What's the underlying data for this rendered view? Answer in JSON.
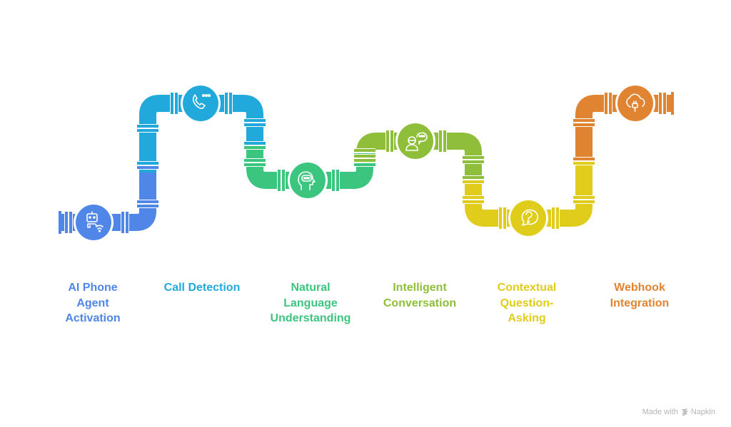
{
  "diagram": {
    "type": "pipeline-process",
    "stages": [
      {
        "id": "ai-phone-agent-activation",
        "label": "AI Phone Agent Activation",
        "lines": [
          "AI Phone",
          "Agent",
          "Activation"
        ],
        "icon": "robot-wifi-icon",
        "color": "#4f86e8"
      },
      {
        "id": "call-detection",
        "label": "Call Detection",
        "lines": [
          "Call Detection"
        ],
        "icon": "phone-call-icon",
        "color": "#22a9dc"
      },
      {
        "id": "natural-language-understanding",
        "label": "Natural Language Understanding",
        "lines": [
          "Natural",
          "Language",
          "Understanding"
        ],
        "icon": "head-speech-icon",
        "color": "#3cc57f"
      },
      {
        "id": "intelligent-conversation",
        "label": "Intelligent Conversation",
        "lines": [
          "Intelligent",
          "Conversation"
        ],
        "icon": "person-chat-icon",
        "color": "#8fbf3a"
      },
      {
        "id": "contextual-question-asking",
        "label": "Contextual Question-Asking",
        "lines": [
          "Contextual",
          "Question-",
          "Asking"
        ],
        "icon": "question-bubble-icon",
        "color": "#e0cc1a"
      },
      {
        "id": "webhook-integration",
        "label": "Webhook Integration",
        "lines": [
          "Webhook",
          "Integration"
        ],
        "icon": "cloud-plug-icon",
        "color": "#e08432"
      }
    ]
  },
  "footer": {
    "made_with": "Made with",
    "brand": "Napkin",
    "icon": "napkin-logo-icon"
  }
}
